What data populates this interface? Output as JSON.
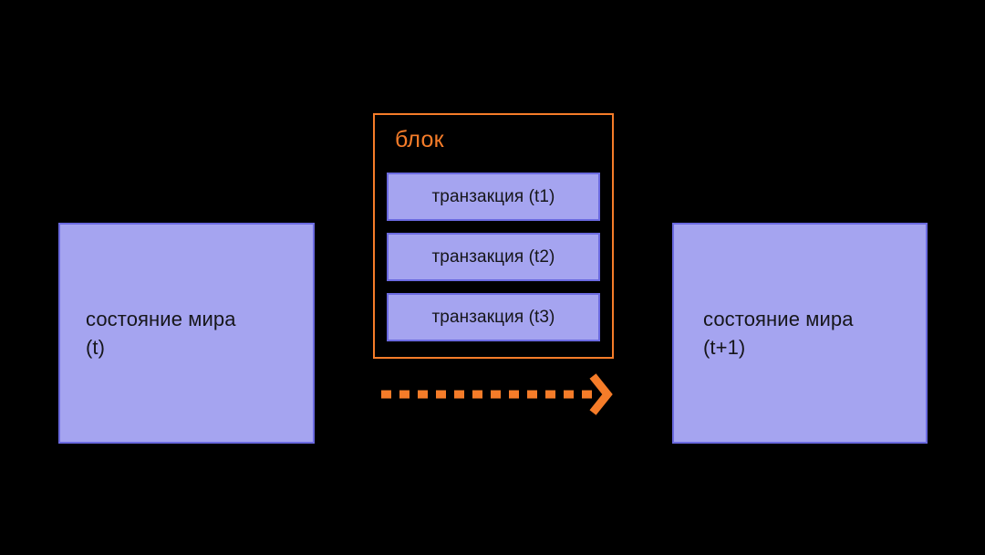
{
  "diagram": {
    "background_color": "#000000",
    "accent_color": "#f57c29",
    "box_fill_color": "#a5a4f0",
    "box_border_color": "#6b6ae0",
    "text_color": "#16161a",
    "states": [
      {
        "id": "state-t",
        "label": "состояние мира\n(t)"
      },
      {
        "id": "state-t-plus-1",
        "label": "состояние мира\n(t+1)"
      }
    ],
    "block": {
      "title": "блок",
      "transactions": [
        {
          "label": "транзакция (t1)"
        },
        {
          "label": "транзакция (t2)"
        },
        {
          "label": "транзакция (t3)"
        }
      ]
    },
    "arrow": {
      "name": "dashed-arrow-right",
      "style": "dashed",
      "color": "#f57c29",
      "direction": "right"
    }
  }
}
